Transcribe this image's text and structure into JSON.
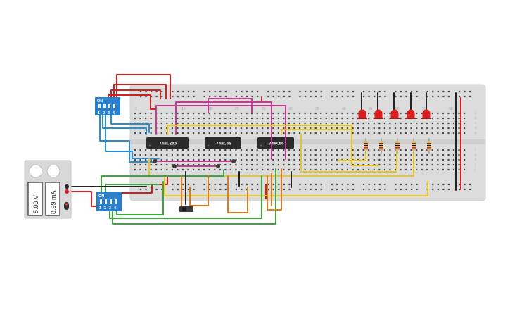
{
  "breadboard": {
    "column_numbers": [
      "1",
      "5",
      "10",
      "15",
      "20",
      "25",
      "30",
      "35",
      "40",
      "45",
      "50",
      "55",
      "60"
    ],
    "row_letters_top": [
      "a",
      "b",
      "c",
      "d",
      "e"
    ],
    "row_letters_bottom": [
      "f",
      "g",
      "h",
      "i",
      "j"
    ]
  },
  "chips": [
    {
      "label": "74HC283"
    },
    {
      "label": "74HC86"
    },
    {
      "label": "74HC86"
    }
  ],
  "dip_switches": [
    {
      "on_label": "ON",
      "positions": [
        "1",
        "2",
        "3",
        "4"
      ]
    },
    {
      "on_label": "ON",
      "positions": [
        "1",
        "2",
        "3",
        "4"
      ]
    }
  ],
  "power_supply": {
    "voltage": "5.00 V",
    "current": "8.99 mA"
  },
  "colors": {
    "wire_red": "#d62020",
    "wire_blue": "#2a8fd0",
    "wire_magenta": "#c03d8e",
    "wire_yellow": "#e8c81a",
    "wire_green": "#3aa93a",
    "wire_orange": "#e07b1a",
    "wire_black": "#222222",
    "led_red": "#d81e1e",
    "chip_body": "#2b2b2b",
    "dip_blue": "#2a7fc8"
  }
}
